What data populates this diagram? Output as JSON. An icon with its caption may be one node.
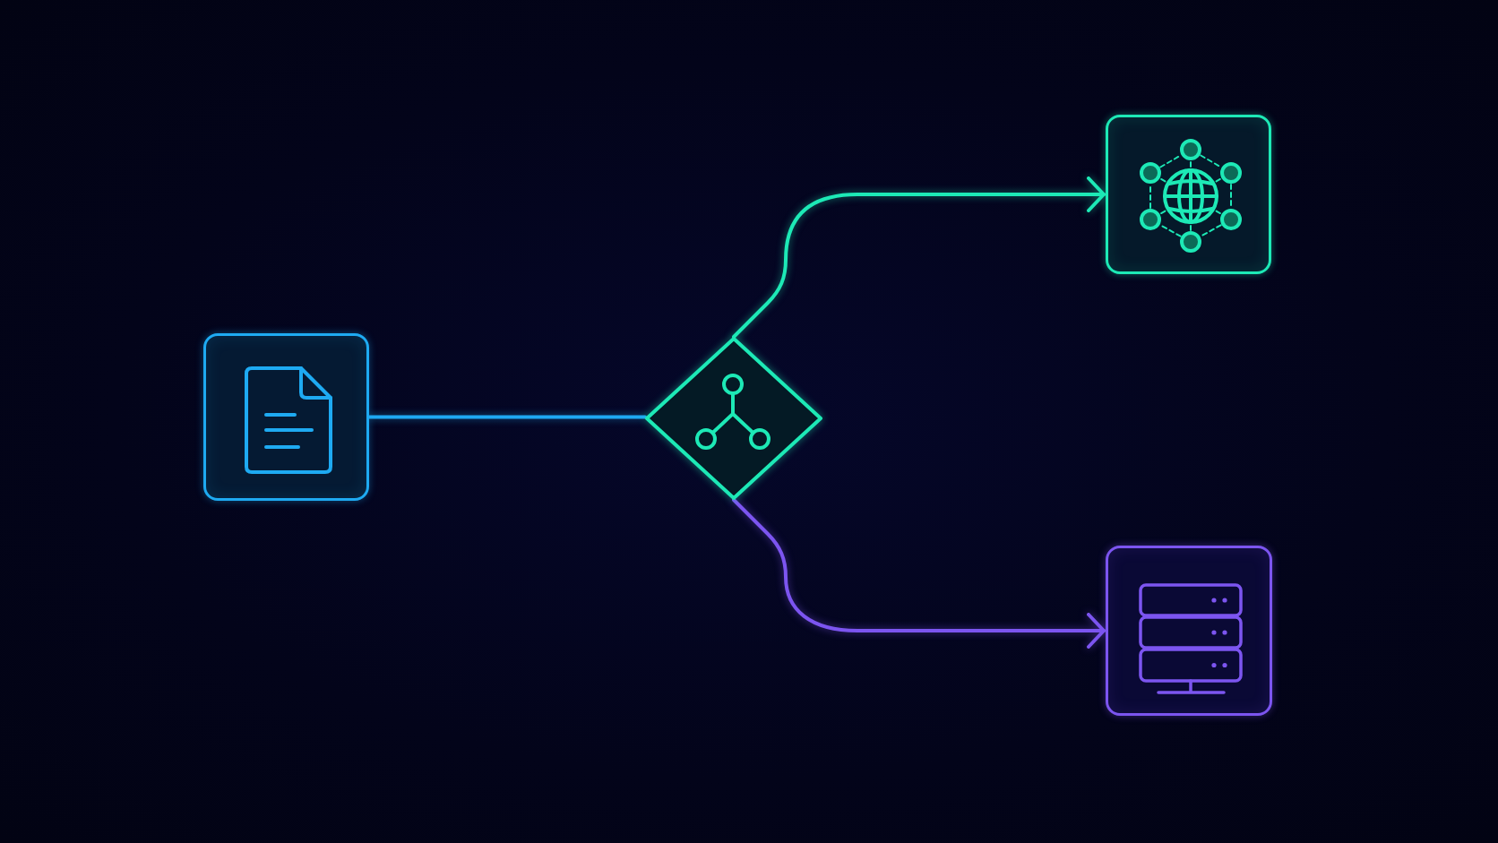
{
  "diagram": {
    "nodes": [
      {
        "text": [],
        "shape": "box"
      },
      {
        "text": [],
        "shape": "diamond"
      },
      {
        "text": [],
        "shape": "box"
      },
      {
        "text": [],
        "shape": "box"
      }
    ],
    "edges": [
      {
        "from": 0,
        "to": 1,
        "arrow": "none",
        "color": "#1ea8f2"
      },
      {
        "from": 1,
        "to": 2,
        "arrow": "to",
        "color": "#1de9b6"
      },
      {
        "from": 1,
        "to": 3,
        "arrow": "to",
        "color": "#7c55f0"
      }
    ]
  }
}
